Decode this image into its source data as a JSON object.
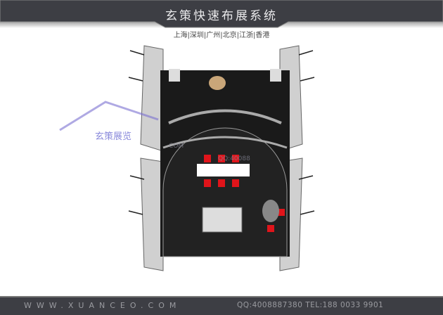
{
  "header": {
    "title": "玄策快速布展系统",
    "cities": "上海|深圳|广州|北京|江浙|香港"
  },
  "watermark": {
    "brand": "玄策展览",
    "site": "COM",
    "qq": "QQ:40088"
  },
  "footer": {
    "url": "WWW.XUANCEO.COM",
    "contact": "QQ:4008887380  TEL:188 0033 9901"
  },
  "colors": {
    "header_bg": "#3d3e44",
    "booth_floor": "#1a1a1a",
    "chair": "#e0141a"
  }
}
